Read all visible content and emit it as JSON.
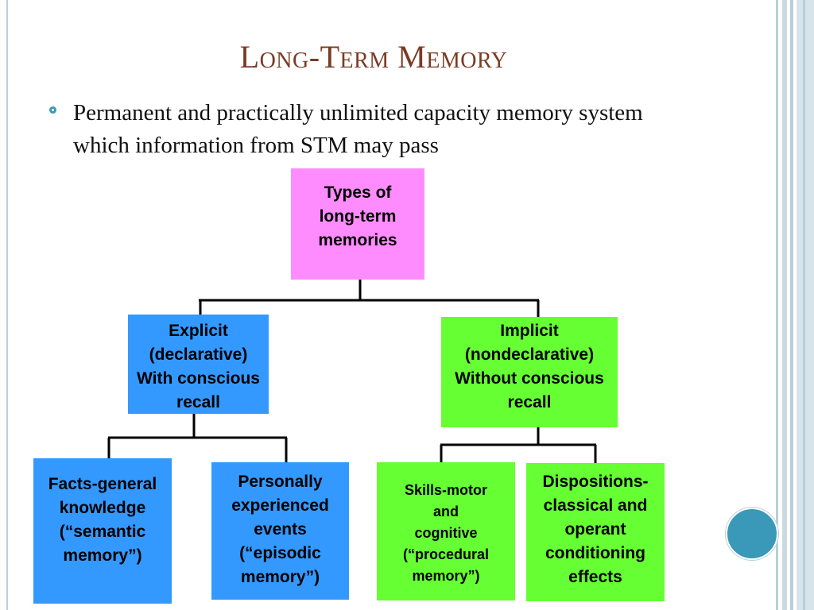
{
  "slide": {
    "title": "Long-Term Memory",
    "bullet": "Permanent and practically unlimited capacity memory system which information from STM may pass"
  },
  "diagram": {
    "root": "Types of\nlong-term\nmemories",
    "explicit": "Explicit\n(declarative)\nWith conscious\nrecall",
    "implicit": "Implicit\n(nondeclarative)\nWithout  conscious\nrecall",
    "semantic": "Facts-general\nknowledge\n(“semantic\nmemory”)",
    "episodic": "Personally\nexperienced\nevents\n(“episodic\nmemory”)",
    "procedural": "Skills-motor\nand\ncognitive\n(“procedural\nmemory”)",
    "dispositions": "Dispositions-\nclassical and\noperant\nconditioning\neffects"
  },
  "colors": {
    "title": "#7a3b23",
    "root_box": "#ff8cff",
    "explicit_boxes": "#3399ff",
    "implicit_boxes": "#66ff33",
    "accent": "#3a98b8"
  },
  "icons": {
    "bullet": "ring-bullet-icon",
    "decoration": "circle-decoration"
  }
}
